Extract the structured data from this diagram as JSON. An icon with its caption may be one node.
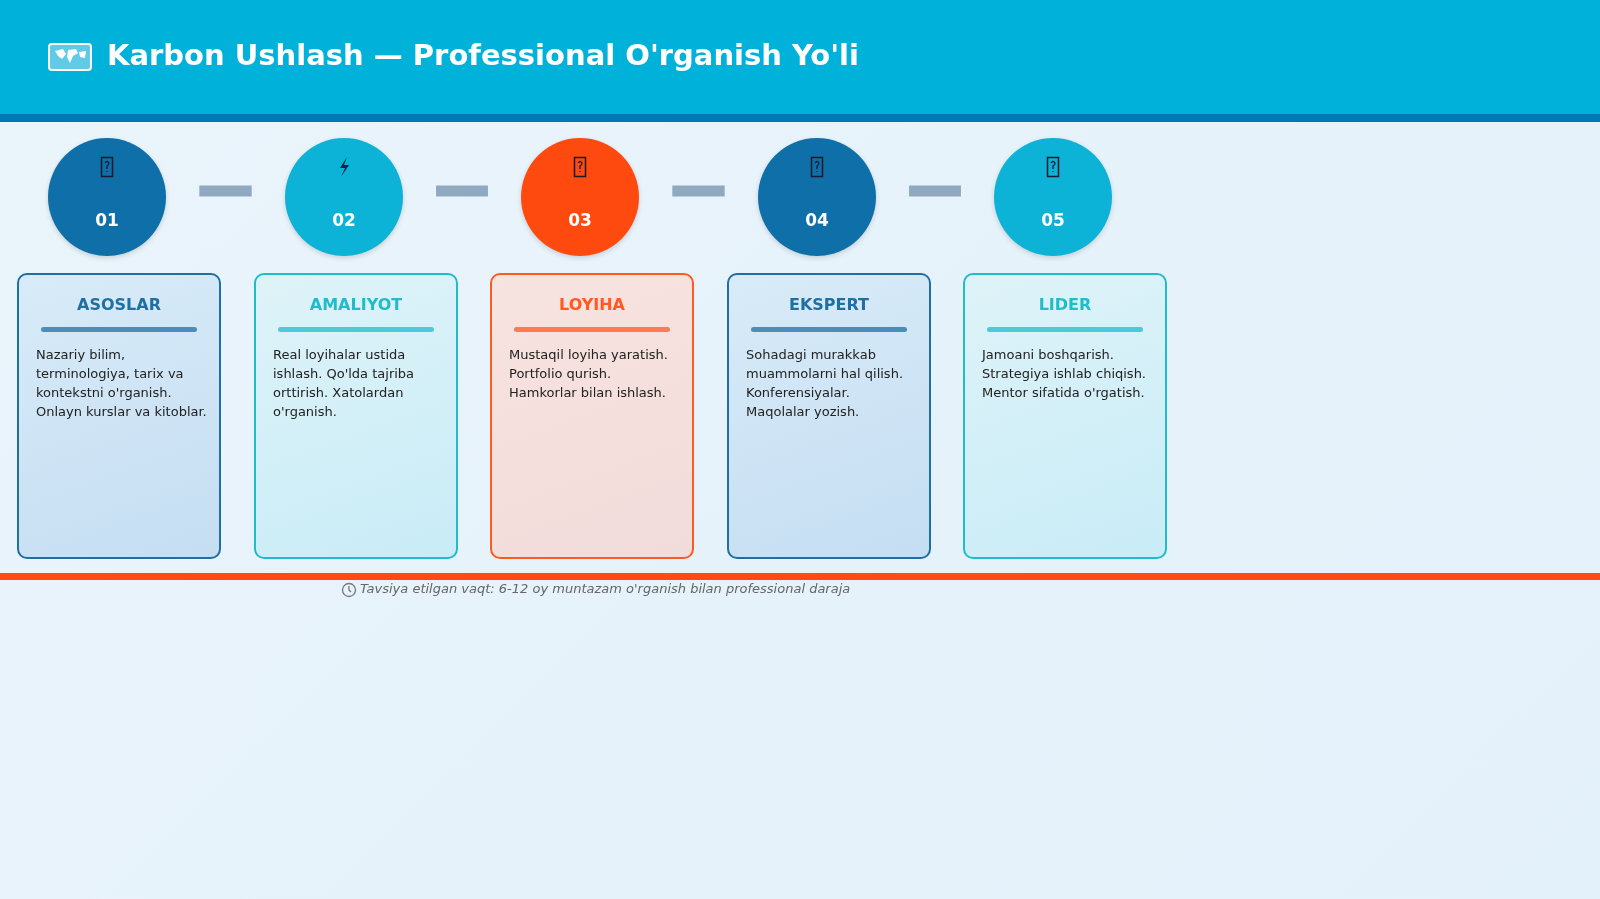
{
  "diagram": {
    "title": "Karbon Ushlash — Professional O'rganish Yo'li",
    "nodes": [
      {
        "text": [
          "01"
        ]
      },
      {
        "text": [
          "02"
        ]
      },
      {
        "text": [
          "03"
        ]
      },
      {
        "text": [
          "04"
        ]
      },
      {
        "text": [
          "05"
        ]
      },
      {
        "text": [
          "ASOSLAR",
          "Nazariy bilim, terminologiya, tarix va kontekstni o'rganish. Onlayn kurslar va kitoblar."
        ]
      },
      {
        "text": [
          "AMALIYOT",
          "Real loyihalar ustida ishlash. Qo'lda tajriba orttirish. Xatolardan o'rganish."
        ]
      },
      {
        "text": [
          "LOYIHA",
          "Mustaqil loyiha yaratish. Portfolio qurish. Hamkorlar bilan ishlash."
        ]
      },
      {
        "text": [
          "EKSPERT",
          "Sohadagi murakkab muammolarni hal qilish. Konferensiyalar. Maqolalar yozish."
        ]
      },
      {
        "text": [
          "LIDER",
          "Jamoani boshqarish. Strategiya ishlab chiqish. Mentor sifatida o'rgatish."
        ]
      }
    ],
    "edges": [
      {
        "from": 0,
        "to": 1,
        "arrow": "none"
      },
      {
        "from": 1,
        "to": 2,
        "arrow": "none"
      },
      {
        "from": 2,
        "to": 3,
        "arrow": "none"
      },
      {
        "from": 3,
        "to": 4,
        "arrow": "none"
      }
    ],
    "labels": [
      "Tavsiya etilgan vaqt: 6-12 oy muntazam o'rganish bilan professional daraja"
    ]
  }
}
